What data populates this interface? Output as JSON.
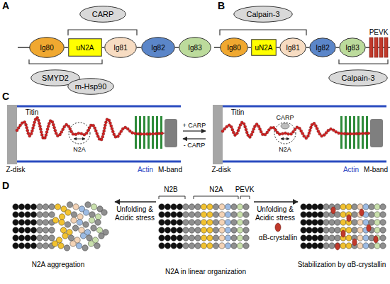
{
  "diagram": {
    "nodes": [
      {
        "text": [
          "CARP"
        ]
      },
      {
        "text": [
          "Ig80"
        ]
      },
      {
        "text": [
          "uN2A"
        ]
      },
      {
        "text": [
          "Ig81"
        ]
      },
      {
        "text": [
          "Ig82"
        ]
      },
      {
        "text": [
          "Ig83"
        ]
      },
      {
        "text": [
          "SMYD2"
        ]
      },
      {
        "text": [
          "m-Hsp90"
        ]
      },
      {
        "text": [
          "Calpain-3"
        ]
      },
      {
        "text": [
          "Ig80"
        ]
      },
      {
        "text": [
          "uN2A"
        ]
      },
      {
        "text": [
          "Ig81"
        ]
      },
      {
        "text": [
          "Ig82"
        ]
      },
      {
        "text": [
          "Ig83"
        ]
      },
      {
        "text": [
          "Calpain-3"
        ]
      }
    ],
    "edges": [
      {
        "from": 1,
        "to": 2,
        "arrow": "none"
      },
      {
        "from": 2,
        "to": 3,
        "arrow": "none"
      },
      {
        "from": 3,
        "to": 4,
        "arrow": "none"
      },
      {
        "from": 4,
        "to": 5,
        "arrow": "none"
      },
      {
        "from": 9,
        "to": 10,
        "arrow": "none"
      },
      {
        "from": 10,
        "to": 11,
        "arrow": "none"
      },
      {
        "from": 11,
        "to": 12,
        "arrow": "none"
      },
      {
        "from": 12,
        "to": 13,
        "arrow": "none"
      }
    ],
    "labels": [
      "A",
      "B",
      "PEVK",
      "C",
      "Titin",
      "Z-disk",
      "Actin",
      "M-band",
      "N2A",
      "+ CARP",
      "- CARP",
      "Titin",
      "CARP",
      "Z-disk",
      "Actin",
      "M-band",
      "N2A",
      "D",
      "N2B",
      "N2A",
      "PEVK",
      "Unfolding & Acidic stress",
      "Unfolding & Acidic stress",
      "αB-crystallin",
      "N2A aggregation",
      "N2A in linear organization",
      "Stabilization by αB-crystallin"
    ]
  }
}
